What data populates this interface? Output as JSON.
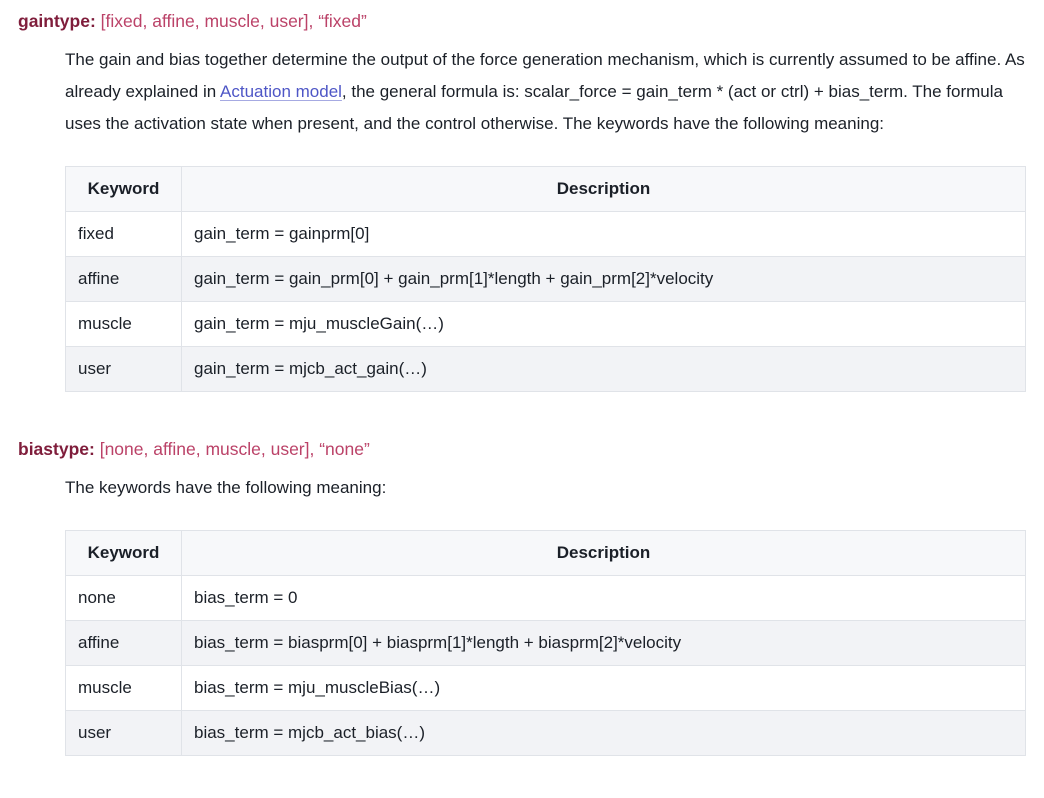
{
  "colors": {
    "attr_name": "#7f1d3b",
    "attr_value": "#bb4268",
    "link": "#4e56c6",
    "text": "#1b2028",
    "table_border": "#e0e3e8",
    "row_alt": "#f2f3f6",
    "header_bg": "#f7f8fa"
  },
  "sections": [
    {
      "name": "gaintype:",
      "value": "[fixed, affine, muscle, user], “fixed”",
      "para": {
        "before_link": "The gain and bias together determine the output of the force generation mechanism, which is currently assumed to be affine. As already explained in ",
        "link_text": "Actuation model",
        "after_link": ", the general formula is: scalar_force = gain_term * (act or ctrl) + bias_term. The formula uses the activation state when present, and the control otherwise. The keywords have the following meaning:"
      },
      "table": {
        "col_keyword": "Keyword",
        "col_description": "Description",
        "rows": [
          {
            "keyword": "fixed",
            "description": "gain_term = gainprm[0]"
          },
          {
            "keyword": "affine",
            "description": "gain_term = gain_prm[0] + gain_prm[1]*length + gain_prm[2]*velocity"
          },
          {
            "keyword": "muscle",
            "description": "gain_term = mju_muscleGain(…)"
          },
          {
            "keyword": "user",
            "description": "gain_term = mjcb_act_gain(…)"
          }
        ]
      }
    },
    {
      "name": "biastype:",
      "value": "[none, affine, muscle, user], “none”",
      "para": {
        "text": "The keywords have the following meaning:"
      },
      "table": {
        "col_keyword": "Keyword",
        "col_description": "Description",
        "rows": [
          {
            "keyword": "none",
            "description": "bias_term = 0"
          },
          {
            "keyword": "affine",
            "description": "bias_term = biasprm[0] + biasprm[1]*length + biasprm[2]*velocity"
          },
          {
            "keyword": "muscle",
            "description": "bias_term = mju_muscleBias(…)"
          },
          {
            "keyword": "user",
            "description": "bias_term = mjcb_act_bias(…)"
          }
        ]
      }
    }
  ]
}
